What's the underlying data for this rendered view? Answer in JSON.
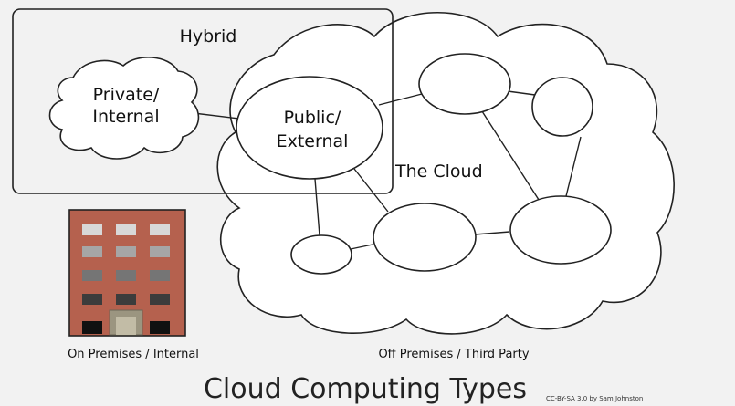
{
  "diagram": {
    "hybrid_label": "Hybrid",
    "private_label_line1": "Private/",
    "private_label_line2": "Internal",
    "public_label_line1": "Public/",
    "public_label_line2": "External",
    "cloud_label": "The Cloud",
    "on_premises_caption": "On Premises / Internal",
    "off_premises_caption": "Off Premises / Third Party",
    "title": "Cloud Computing Types",
    "credit": "CC-BY-SA 3.0 by Sam Johnston"
  },
  "colors": {
    "background": "#f2f2f2",
    "shape_fill": "#ffffff",
    "stroke": "#222222",
    "building_brick": "#b5614e",
    "building_door": "#9b9580"
  }
}
